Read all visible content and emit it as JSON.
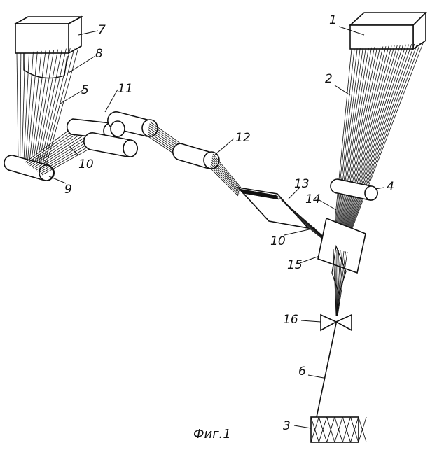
{
  "figure": {
    "caption": "Фиг.1",
    "labels": {
      "l1": "1",
      "l2": "2",
      "l3": "3",
      "l4": "4",
      "l5": "5",
      "l6": "6",
      "l7": "7",
      "l8": "8",
      "l9": "9",
      "l10a": "10",
      "l10b": "10",
      "l11": "11",
      "l12": "12",
      "l13": "13",
      "l14": "14",
      "l15": "15",
      "l16": "16"
    }
  }
}
